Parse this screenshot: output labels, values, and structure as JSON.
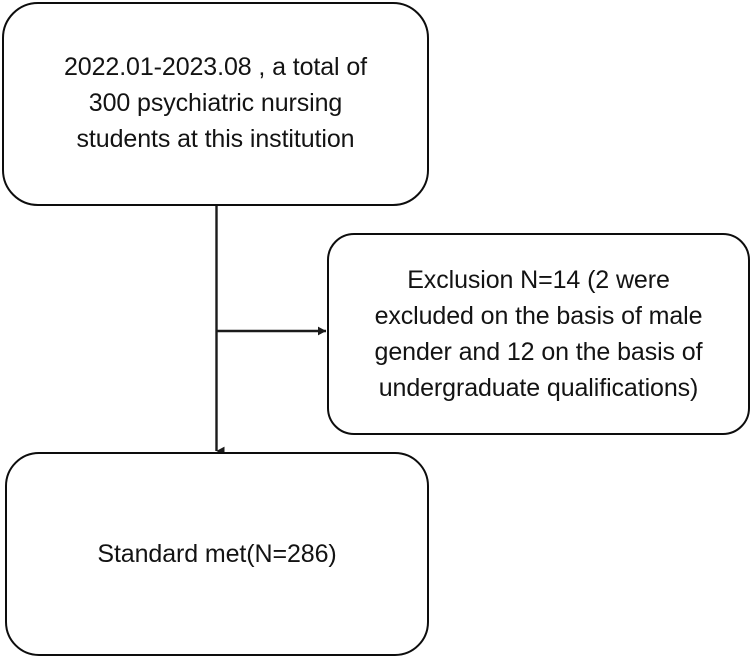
{
  "figure": {
    "type": "flowchart",
    "orientation": "vertical-with-side-branch",
    "background_color": "#ffffff",
    "stroke_color": "#0d0d0d",
    "text_color": "#131313"
  },
  "nodes": {
    "enrollment": {
      "id": "enrollment",
      "role": "source-population",
      "text": "2022.01-2023.08 , a total of\n300 psychiatric nursing\nstudents at this institution",
      "lines": [
        "2022.01-2023.08 , a total of",
        "300 psychiatric nursing",
        "students at this institution"
      ],
      "period_start": "2022.01",
      "period_end": "2023.08",
      "count": 300,
      "population": "psychiatric nursing students at this institution"
    },
    "exclusion": {
      "id": "exclusion",
      "role": "exclusion-branch",
      "text": "Exclusion N=14 (2 were\nexcluded on the basis of male\ngender and 12 on the basis of\nundergraduate qualifications)",
      "lines": [
        "Exclusion N=14 (2 were",
        "excluded on the basis of male",
        "gender and 12 on the basis of",
        "undergraduate qualifications)"
      ],
      "count": 14,
      "reasons": [
        {
          "label": "male gender",
          "count": 2
        },
        {
          "label": "undergraduate qualifications",
          "count": 12
        }
      ]
    },
    "included": {
      "id": "included",
      "role": "final-sample",
      "text": "Standard met(N=286)",
      "lines": [
        "Standard met(N=286)"
      ],
      "count": 286,
      "label": "Standard met"
    }
  },
  "edges": [
    {
      "id": "enrollment-to-included",
      "from": "enrollment",
      "to": "included",
      "direction": "down",
      "arrowhead": true
    },
    {
      "id": "enrollment-to-exclusion",
      "from": "enrollment",
      "to": "exclusion",
      "direction": "right",
      "arrowhead": true
    }
  ]
}
